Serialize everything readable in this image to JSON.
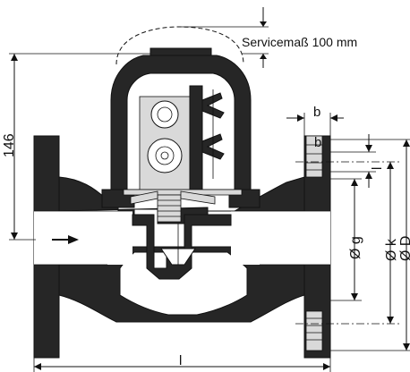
{
  "diagram": {
    "service_label": "Servicemaß 100 mm",
    "dim_height": "146",
    "dim_b_top": "b",
    "dim_b_face": "b",
    "dim_l_side": "l",
    "dim_g": "Ø g",
    "dim_k": "Ø k",
    "dim_D": "Ø D",
    "dim_l_bottom": "l"
  },
  "colors": {
    "body": "#262626",
    "background": "#ffffff"
  }
}
